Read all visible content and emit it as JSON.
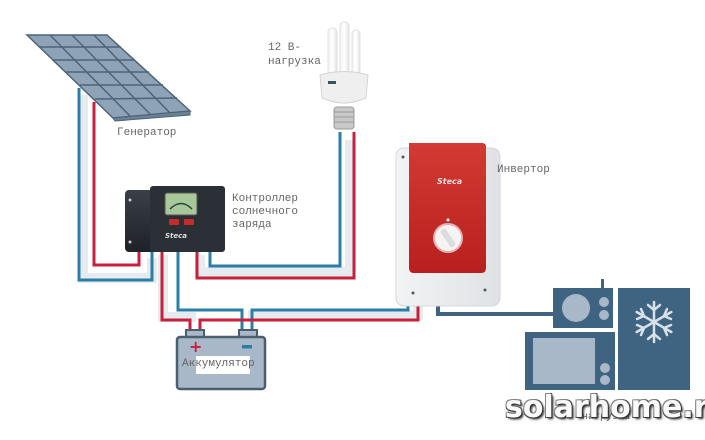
{
  "diagram": {
    "title": "Solar home power system wiring",
    "components": {
      "solar_panel": {
        "label": "Генератор"
      },
      "lamp": {
        "label_line1": "12 В-",
        "label_line2": "нагрузка"
      },
      "charge_controller": {
        "label_line1": "Контроллер",
        "label_line2": "солнечного",
        "label_line3": "заряда",
        "brand": "Steca"
      },
      "inverter": {
        "label": "Инвертор",
        "brand": "Steca"
      },
      "battery": {
        "label": "Аккумулятор",
        "plus": "+",
        "minus": "−"
      },
      "ac_loads": {
        "label": "нагрузка",
        "items": [
          "radio",
          "tv",
          "refrigerator"
        ]
      }
    },
    "colors": {
      "positive_wire": "#c8203a",
      "negative_wire": "#2a7fa6",
      "device_blue": "#3e6482",
      "device_light": "#a9b8c8",
      "inverter_red": "#c9282a",
      "panel_fill": "#8fa3b6"
    },
    "watermark": "solarhome.ru"
  }
}
